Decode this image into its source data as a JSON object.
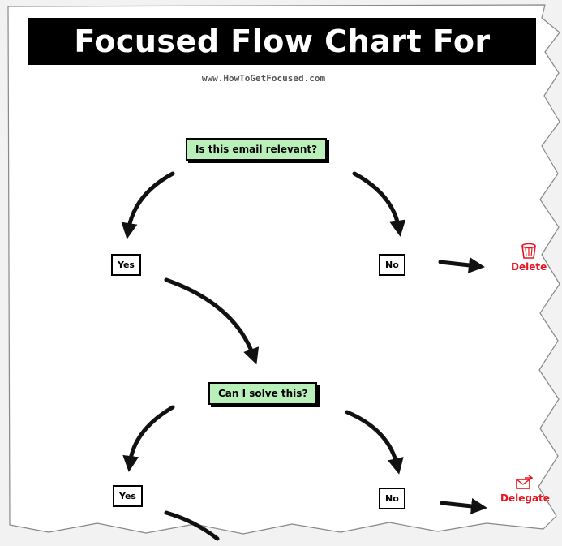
{
  "title": "Focused Flow Chart For Email",
  "subtitle": "www.HowToGetFocused.com",
  "nodes": {
    "q1": "Is this email relevant?",
    "yes1": "Yes",
    "no1": "No",
    "q2": "Can I solve this?",
    "yes2": "Yes",
    "no2": "No"
  },
  "actions": {
    "delete": {
      "label": "Delete",
      "icon": "trash-can-icon"
    },
    "delegate": {
      "label": "Delegate",
      "icon": "forward-envelope-icon"
    }
  },
  "colors": {
    "question_fill": "#b9f0b9",
    "action_text": "#e8141e",
    "title_bg": "#000000"
  }
}
